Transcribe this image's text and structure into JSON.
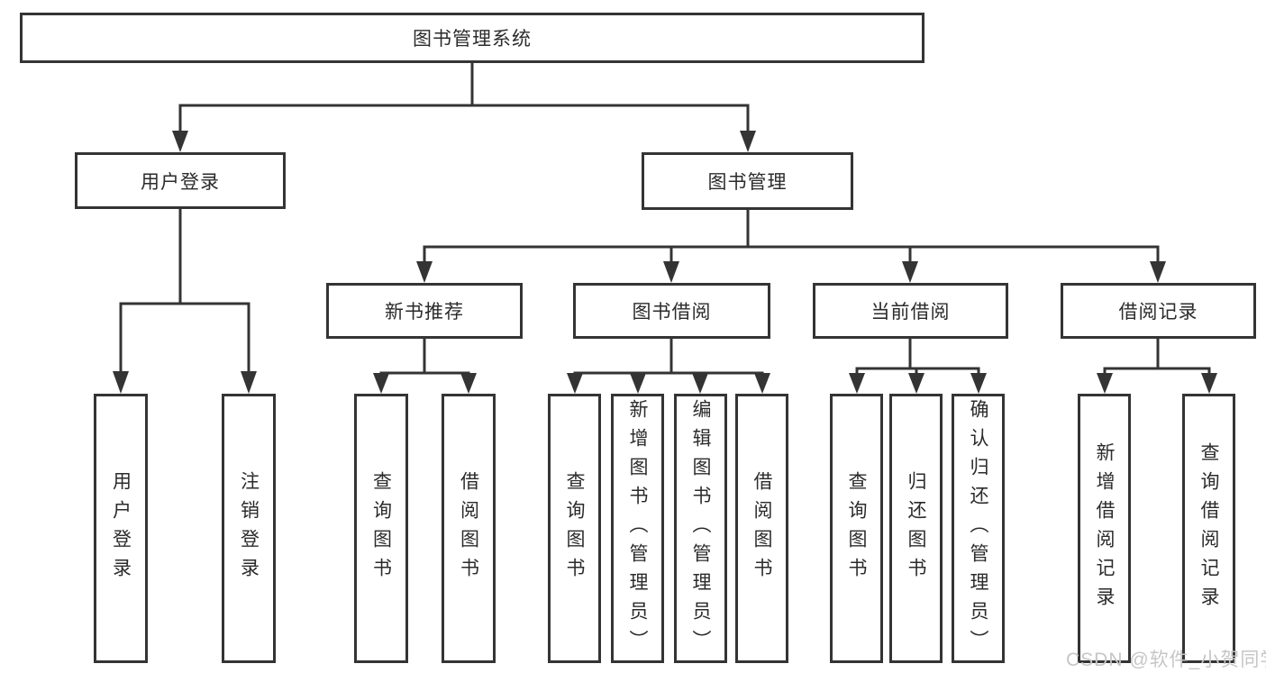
{
  "nodes": {
    "root": "图书管理系统",
    "level2": [
      "用户登录",
      "图书管理"
    ],
    "level3": [
      "新书推荐",
      "图书借阅",
      "当前借阅",
      "借阅记录"
    ],
    "groups": {
      "user_login": [
        "用户登录",
        "注销登录"
      ],
      "new_book": [
        "查询图书",
        "借阅图书"
      ],
      "book_borrow": [
        "查询图书",
        "新增图书（管理员）",
        "编辑图书（管理员）",
        "借阅图书"
      ],
      "current_borrow": [
        "查询图书",
        "归还图书",
        "确认归还（管理员）"
      ],
      "borrow_record": [
        "新增借阅记录",
        "查询借阅记录"
      ]
    }
  },
  "watermark": "CSDN @软件_小贺同学",
  "colors": {
    "line": "#343434",
    "box_border": "#343434",
    "text": "#2b2b2b",
    "watermark": "#c6c6c6",
    "background": "#ffffff"
  }
}
